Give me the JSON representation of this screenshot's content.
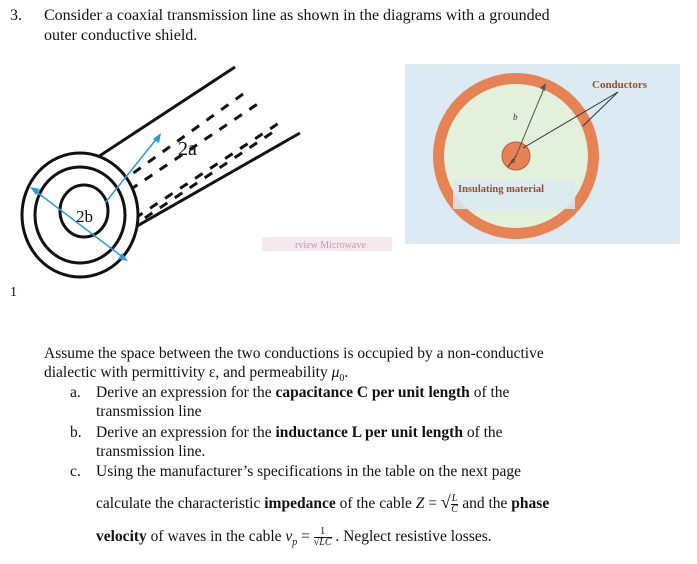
{
  "question": {
    "number": "3.",
    "title_line1": "Consider a coaxial transmission line as shown in the diagrams with a grounded",
    "title_line2": "outer conductive shield."
  },
  "figure_left": {
    "label_2a": "2a",
    "label_2b": "2b",
    "page_number": "1",
    "watermark": "rview Microwave"
  },
  "figure_right": {
    "conductors_label": "Conductors",
    "insulating_label": "Insulating material",
    "b_label": "b",
    "a_label": "a"
  },
  "body": {
    "para_line1": "Assume the space between the two conductions is occupied by a non-conductive",
    "para_line2_prefix": "dialectic with permittivity ε, and permeability ",
    "para_mu": "μ",
    "para_mu_sub": "0",
    "para_end": ".",
    "items": {
      "a": {
        "label": "a.",
        "pre": "Derive an expression for the ",
        "bold": "capacitance C per unit length",
        "post": " of the",
        "line2": "transmission line"
      },
      "b": {
        "label": "b.",
        "pre": "Derive an expression for the ",
        "bold": "inductance L per unit length",
        "post": " of the",
        "line2": "transmission line."
      },
      "c": {
        "label": "c.",
        "line1": "Using the manufacturer’s specifications in the table on the next page",
        "line2_pre": "calculate the characteristic ",
        "line2_bold": "impedance",
        "line2_mid": " of the cable ",
        "Z": "Z",
        "eq": " = ",
        "frac_L": "L",
        "frac_C": "C",
        "line2_and": " and the ",
        "line2_bold2": "phase",
        "line3_bold": "velocity",
        "line3_mid": " of waves in the cable ",
        "vp": "v",
        "vp_sub": "p",
        "one": "1",
        "sqrt_LC": "√LC",
        "line3_end": " . Neglect resistive losses."
      }
    }
  }
}
